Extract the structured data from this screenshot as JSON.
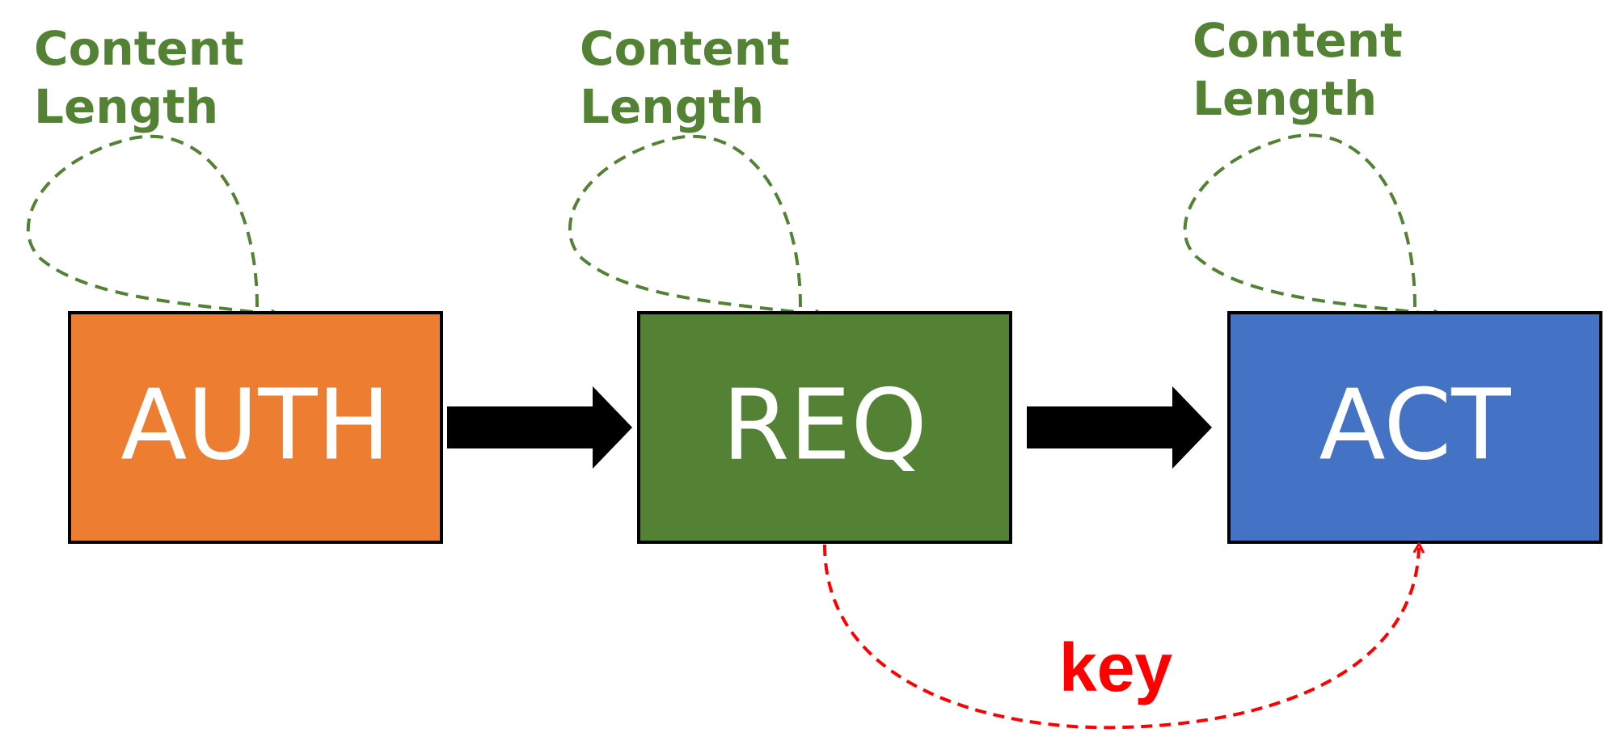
{
  "nodes": [
    {
      "id": "auth",
      "label": "AUTH",
      "fill": "#ED7D31"
    },
    {
      "id": "req",
      "label": "REQ",
      "fill": "#548235"
    },
    {
      "id": "act",
      "label": "ACT",
      "fill": "#4472C4"
    }
  ],
  "self_loops": [
    {
      "line1": "Content",
      "line2": "Length"
    },
    {
      "line1": "Content",
      "line2": "Length"
    },
    {
      "line1": "Content",
      "line2": "Length"
    }
  ],
  "key_edge": {
    "label": "key",
    "color": "#FF0000"
  },
  "colors": {
    "self_loop": "#548235",
    "box_border": "#000000",
    "flow_arrow": "#000000",
    "box_text": "#FFFFFF"
  }
}
